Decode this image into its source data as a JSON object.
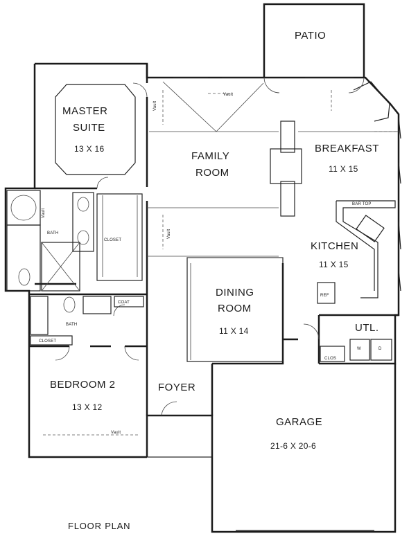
{
  "caption": "FLOOR PLAN",
  "rooms": {
    "patio": {
      "name": "PATIO"
    },
    "master": {
      "name1": "MASTER",
      "name2": "SUITE",
      "dim": "13 X 16"
    },
    "family": {
      "name1": "FAMILY",
      "name2": "ROOM"
    },
    "breakfast": {
      "name": "BREAKFAST",
      "dim": "11 X 15"
    },
    "kitchen": {
      "name": "KITCHEN",
      "dim": "11 X 15"
    },
    "dining": {
      "name1": "DINING",
      "name2": "ROOM",
      "dim": "11 X 14"
    },
    "utility": {
      "name": "UTL."
    },
    "foyer": {
      "name": "FOYER"
    },
    "garage": {
      "name": "GARAGE",
      "dim": "21-6 X 20-6"
    },
    "bedroom2": {
      "name": "BEDROOM 2",
      "dim": "13 X 12"
    }
  },
  "small_labels": {
    "bath_master": "BATH",
    "closet_master": "CLOSET",
    "bath2": "BATH",
    "closet_bed2": "CLOSET",
    "coat": "COAT",
    "bar": "BAR TOP",
    "washer": "W",
    "dryer": "D",
    "clos": "CLOS",
    "ref": "REF",
    "vault_family": "Vault",
    "vault_master": "Vault",
    "vault_bed2": "Vault",
    "vault_bath": "Vault",
    "vault_foyer": "Vault"
  }
}
